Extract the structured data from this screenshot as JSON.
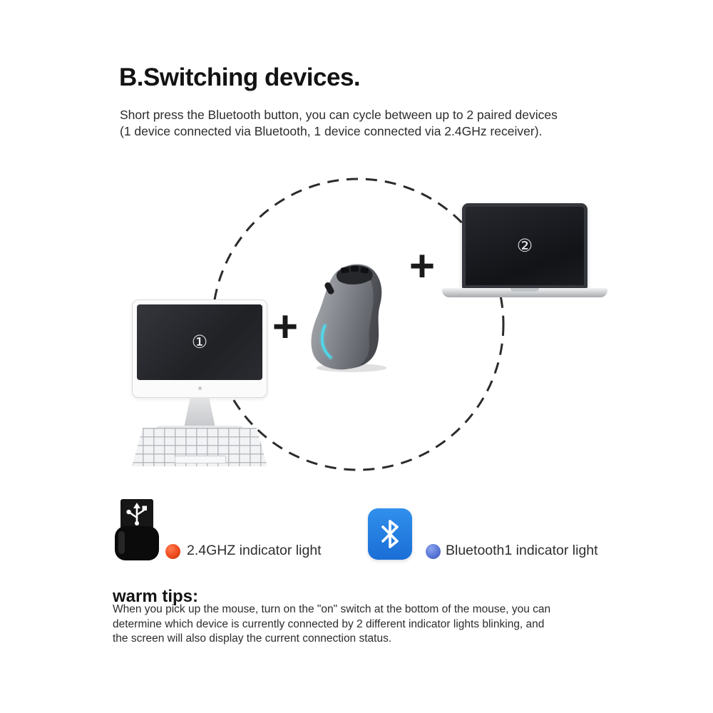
{
  "colors": {
    "bluetooth_icon_blue": "#2481e1",
    "rf_dot_orange": "#ee4a1d",
    "bt_dot_blue": "#5a76d8",
    "mouse_led_cyan": "#4adef2",
    "title_text": "#131313",
    "body_text": "#2c2c2c"
  },
  "header": {
    "title": "B.Switching devices.",
    "intro_line1": "Short press the Bluetooth button, you can cycle between up to 2 paired devices",
    "intro_line2": "(1 device connected via Bluetooth, 1 device connected via 2.4GHz receiver)."
  },
  "diagram": {
    "device1_label": "①",
    "device2_label": "②",
    "plus_sign": "+"
  },
  "legend": {
    "rf_label": "2.4GHZ indicator light",
    "bt_label": "Bluetooth1 indicator light"
  },
  "tips": {
    "heading": "warm tips:",
    "line1": "When you pick up the mouse, turn on the \"on\" switch at the bottom of the mouse, you can",
    "line2": "determine which device is currently connected by 2 different indicator lights blinking, and",
    "line3": "the screen will also display the current connection status."
  }
}
